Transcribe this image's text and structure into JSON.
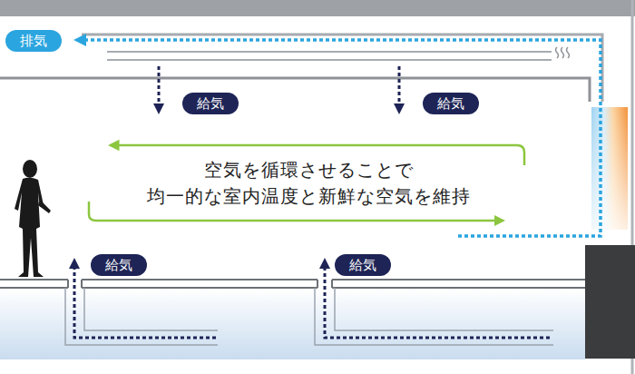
{
  "diagram": {
    "nodes": [
      {
        "text": [
          "排気"
        ]
      },
      {
        "text": [
          "給気"
        ]
      },
      {
        "text": [
          "給気"
        ]
      },
      {
        "text": [
          "給気"
        ]
      },
      {
        "text": [
          "給気"
        ]
      }
    ],
    "labels": [
      "空気を循環させることで 均一的な室内温度と新鮮な空気を維持"
    ]
  }
}
